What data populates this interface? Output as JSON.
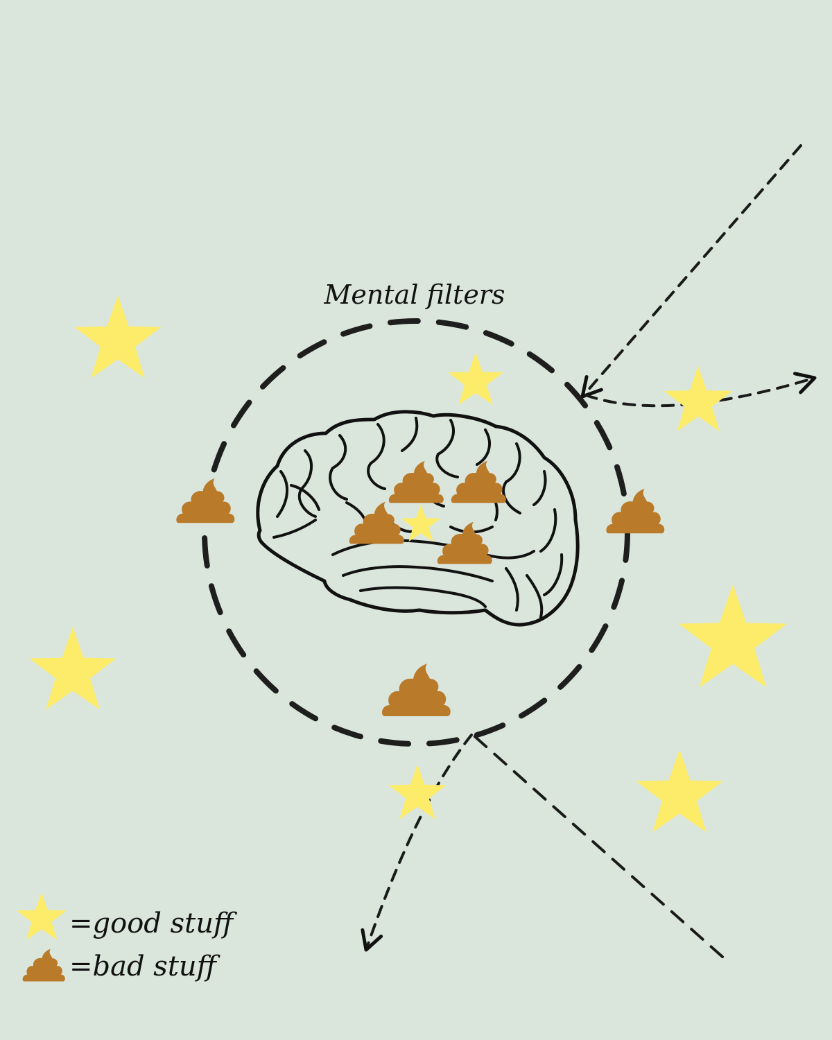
{
  "title": "Mental filters",
  "legend": {
    "items": [
      {
        "symbol": "star-icon",
        "label": "=good stuff"
      },
      {
        "symbol": "poop-icon",
        "label": "=bad stuff"
      }
    ]
  },
  "colors": {
    "background": "#dae6dc",
    "good": "#fdec6a",
    "bad": "#b97a2a",
    "line": "#222222"
  }
}
